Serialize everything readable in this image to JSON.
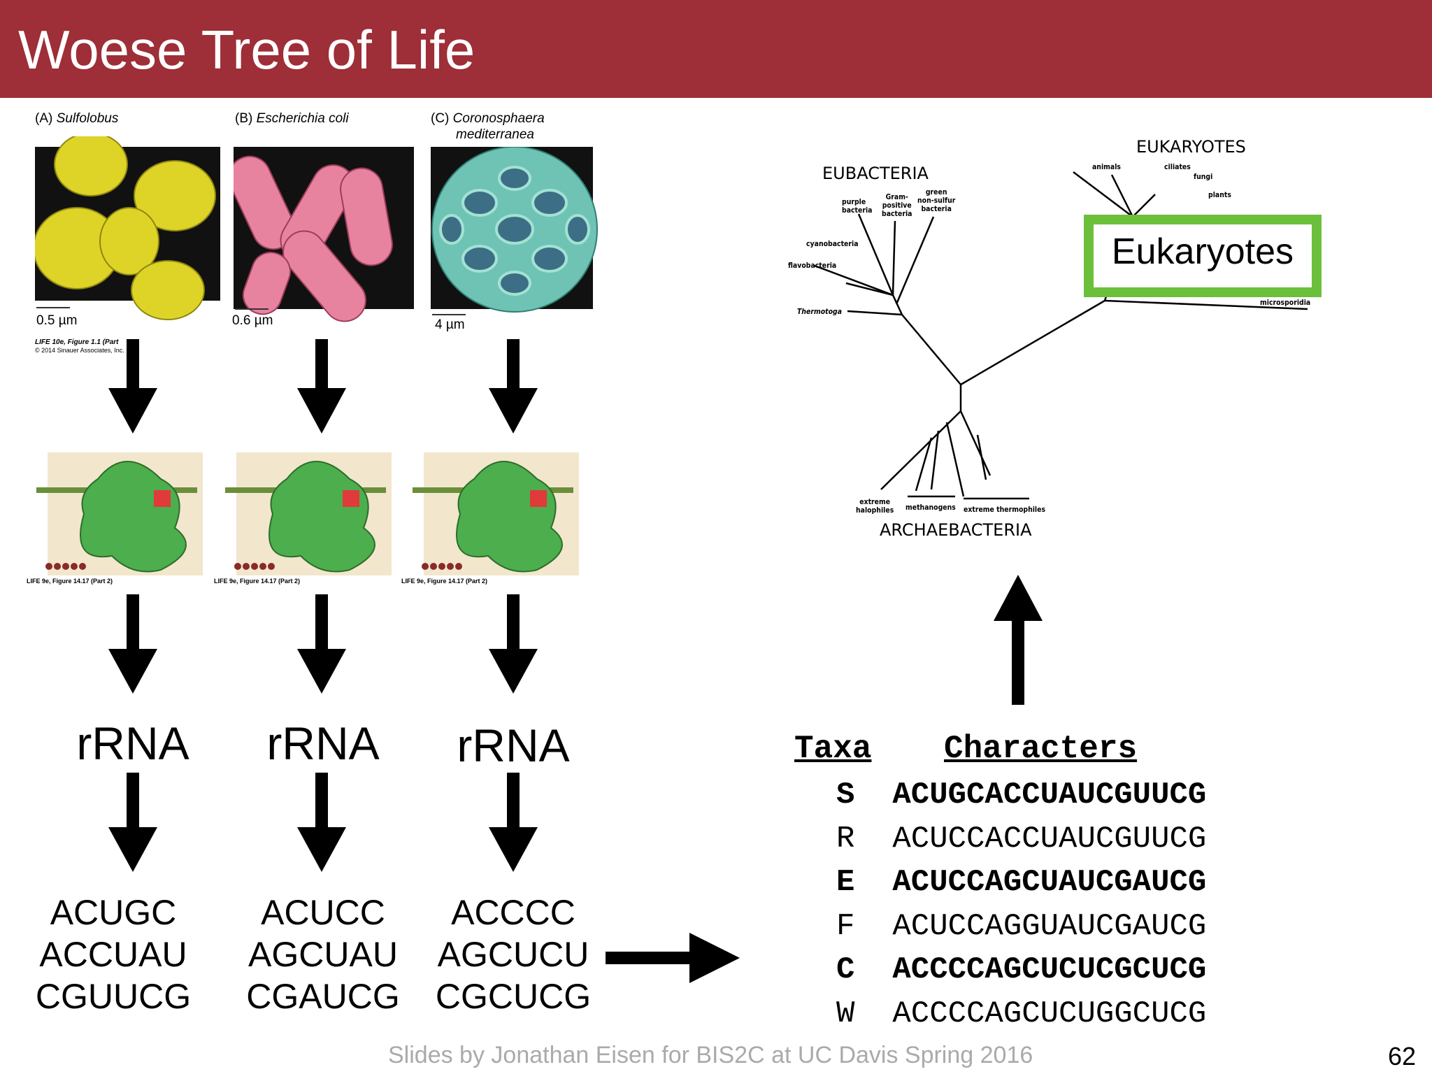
{
  "title": "Woese Tree of Life",
  "organisms": [
    {
      "letter": "(A)",
      "name": "Sulfolobus",
      "name2": "",
      "scale": "0.5 µm",
      "color": "#e0d52a",
      "rrna": "rRNA",
      "seq": [
        "ACUGC",
        "ACCUAU",
        "CGUUCG"
      ]
    },
    {
      "letter": "(B)",
      "name": "Escherichia coli",
      "name2": "",
      "scale": "0.6 µm",
      "color": "#e27a9b",
      "rrna": "rRNA",
      "seq": [
        "ACUCC",
        "AGCUAU",
        "CGAUCG"
      ]
    },
    {
      "letter": "(C)",
      "name": "Coronosphaera",
      "name2": "mediterranea",
      "scale": "4 µm",
      "color": "#6fc3b4",
      "rrna": "rRNA",
      "seq": [
        "ACCCC",
        "AGCUCU",
        "CGCUCG"
      ]
    }
  ],
  "figure_credit": {
    "line1": "LIFE 10e, Figure 1.1 (Part",
    "line2": "© 2014 Sinauer Associates, Inc."
  },
  "ribosome_caption": "LIFE 9e, Figure 14.17 (Part 2)",
  "tree": {
    "eubacteria": "EUBACTERIA",
    "eukaryotes": "EUKARYOTES",
    "archaebacteria": "ARCHAEBACTERIA",
    "eub_labels": {
      "purple": [
        "purple",
        "bacteria"
      ],
      "gram": [
        "Gram-",
        "positive",
        "bacteria"
      ],
      "green": [
        "green",
        "non-sulfur",
        "bacteria"
      ],
      "cyano": "cyanobacteria",
      "flavo": "flavobacteria",
      "thermotoga": "Thermotoga"
    },
    "euk_labels": {
      "animals": "animals",
      "ciliates": "ciliates",
      "fungi": "fungi",
      "plants": "plants",
      "micro": "microsporidia"
    },
    "arch_labels": {
      "halo": [
        "extreme",
        "halophiles"
      ],
      "methano": "methanogens",
      "thermo": "extreme thermophiles"
    },
    "highlight": "Eukaryotes",
    "highlight_color": "#6cbf3a"
  },
  "alignment": {
    "taxa_header": "Taxa",
    "characters_header": "Characters",
    "rows": [
      {
        "taxon": "S",
        "seq": "ACUGCACCUAUCGUUCG",
        "bold": true
      },
      {
        "taxon": "R",
        "seq": "ACUCCACCUAUCGUUCG",
        "bold": false
      },
      {
        "taxon": "E",
        "seq": "ACUCCAGCUAUCGAUCG",
        "bold": true
      },
      {
        "taxon": "F",
        "seq": "ACUCCAGGUAUCGAUCG",
        "bold": false
      },
      {
        "taxon": "C",
        "seq": "ACCCCAGCUCUCGCUCG",
        "bold": true
      },
      {
        "taxon": "W",
        "seq": "ACCCCAGCUCUGGCUCG",
        "bold": false
      }
    ]
  },
  "footer": "Slides by Jonathan Eisen for BIS2C at UC Davis Spring 2016",
  "slide_number": "62"
}
